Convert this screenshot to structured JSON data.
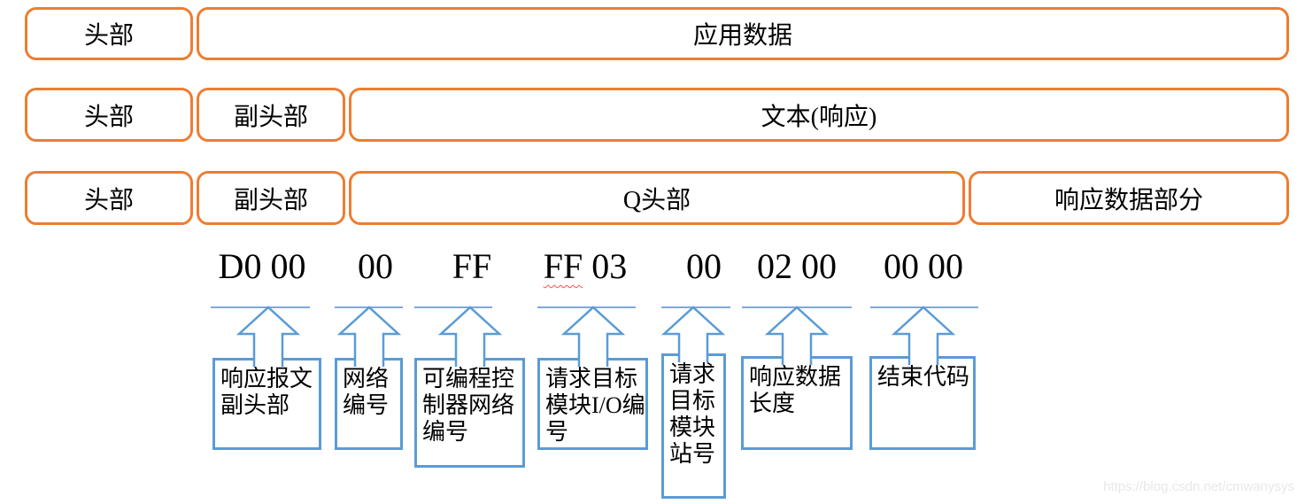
{
  "colors": {
    "accent_orange": "#ED7D31",
    "accent_blue": "#5B9BD5",
    "spellcheck_red": "#ff4a4a",
    "watermark_gray": "#e8e8e8"
  },
  "protocol_rows": [
    {
      "cells": [
        {
          "label": "头部"
        },
        {
          "label": "应用数据"
        }
      ]
    },
    {
      "cells": [
        {
          "label": "头部"
        },
        {
          "label": "副头部"
        },
        {
          "label": "文本(响应)"
        }
      ]
    },
    {
      "cells": [
        {
          "label": "头部"
        },
        {
          "label": "副头部"
        },
        {
          "label": "Q头部"
        },
        {
          "label": "响应数据部分"
        }
      ]
    }
  ],
  "byte_fields": [
    {
      "hex": "D0 00",
      "label": "响应报文\n副头部"
    },
    {
      "hex": "00",
      "label": "网络\n编号"
    },
    {
      "hex": "FF",
      "label": "可编程控\n制器网络\n编号"
    },
    {
      "hex_parts": {
        "underlined": "FF",
        "normal": " 03"
      },
      "label": "请求目标\n模块I/O编\n号"
    },
    {
      "hex": "00",
      "label": "请求\n目标\n模块\n站号"
    },
    {
      "hex": "02 00",
      "label": "响应数据\n长度"
    },
    {
      "hex": "00 00",
      "label": "结束代码"
    }
  ],
  "watermark": "https://blog.csdn.net/cmwanysys"
}
